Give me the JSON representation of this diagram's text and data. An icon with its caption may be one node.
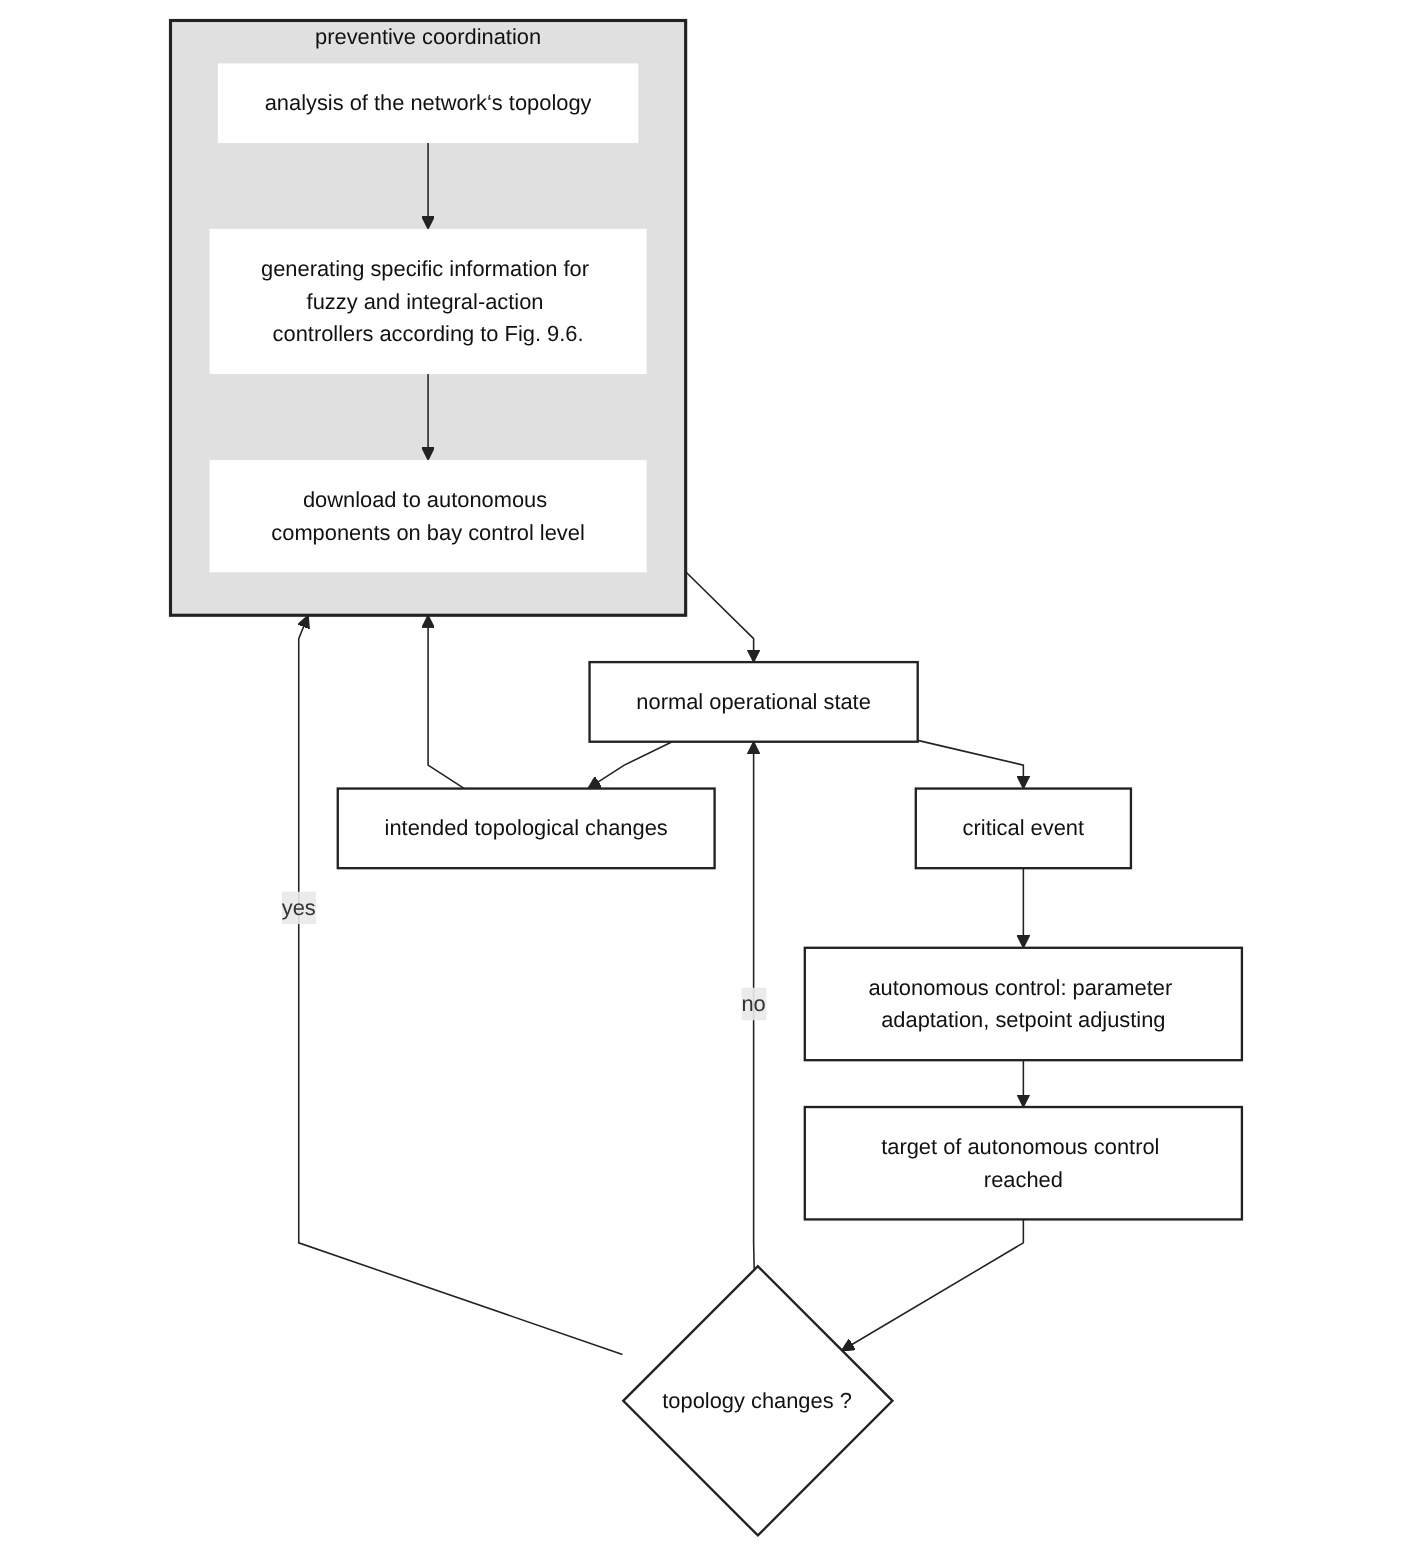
{
  "diagram": {
    "nodes": [
      {
        "text": [
          "preventive coordination"
        ]
      },
      {
        "text": [
          "analysis of the network‘s topology"
        ],
        "in": 0
      },
      {
        "text": [
          "generating specific information for fuzzy and integral-action controllers according to Fig. 9.6."
        ],
        "in": 0
      },
      {
        "text": [
          "download to autonomous components on bay control level"
        ],
        "in": 0
      },
      {
        "text": [
          "normal operational state"
        ]
      },
      {
        "text": [
          "critical event"
        ]
      },
      {
        "text": [
          "autonomous control: parameter adaptation, setpoint adjusting"
        ]
      },
      {
        "text": [
          "target of autonomous control reached"
        ]
      },
      {
        "text": [
          "topology changes ?"
        ]
      },
      {
        "text": [
          "intended topological changes"
        ]
      }
    ],
    "edges": [
      {
        "from": 1,
        "to": 2,
        "arrow": "to"
      },
      {
        "from": 2,
        "to": 3,
        "arrow": "to"
      },
      {
        "from": 0,
        "to": 4,
        "arrow": "to"
      },
      {
        "from": 4,
        "to": 5,
        "arrow": "to"
      },
      {
        "from": 4,
        "to": 9,
        "arrow": "to"
      },
      {
        "from": 5,
        "to": 6,
        "arrow": "to"
      },
      {
        "from": 6,
        "to": 7,
        "arrow": "to"
      },
      {
        "from": 7,
        "to": 8,
        "arrow": "to"
      },
      {
        "from": 8,
        "to": 4,
        "label": "no",
        "arrow": "to"
      },
      {
        "from": 8,
        "to": 0,
        "label": "yes",
        "arrow": "to"
      },
      {
        "from": 9,
        "to": 0,
        "arrow": "to"
      }
    ]
  }
}
